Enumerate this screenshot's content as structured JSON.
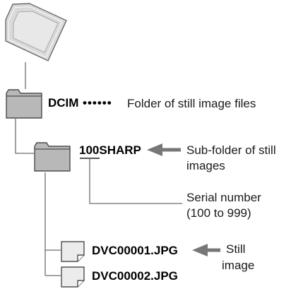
{
  "nodes": {
    "root_folder": "DCIM",
    "sub_folder": "100SHARP",
    "file_1": "DVC00001.JPG",
    "file_2": "DVC00002.JPG"
  },
  "annotations": {
    "root_leader": "••••••",
    "root_desc": "Folder of still image files",
    "sub_folder_desc_line1": "Sub-folder of still",
    "sub_folder_desc_line2": "images",
    "serial_line1": "Serial number",
    "serial_line2": "(100 to 999)",
    "still_line1": "Still",
    "still_line2": "image"
  },
  "icons": {
    "memory_card": "memory-card-icon",
    "folder": "folder-icon",
    "file": "file-icon"
  },
  "colors": {
    "folder_fill": "#b8b8b8",
    "card_fill": "#d9d9d9",
    "line": "#6e6e6e",
    "arrow": "#777777"
  }
}
